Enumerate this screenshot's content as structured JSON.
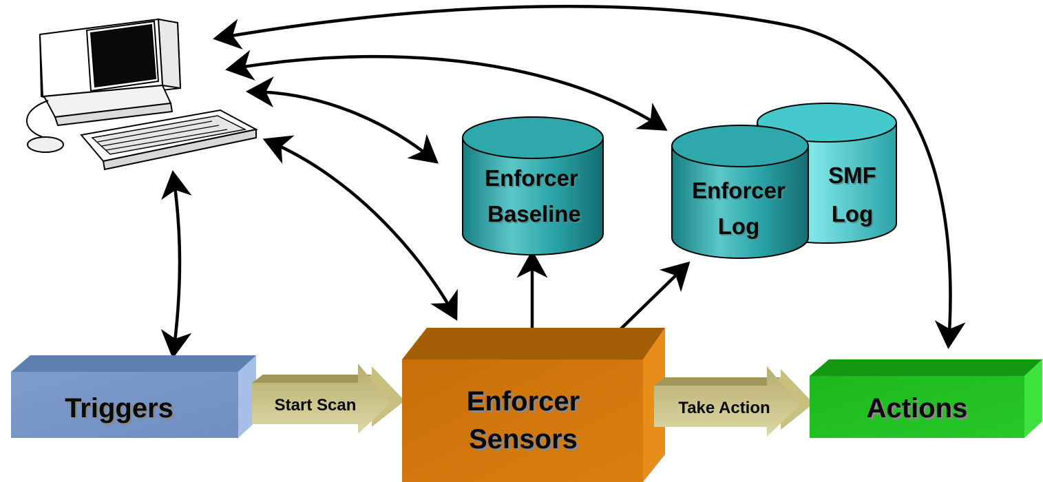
{
  "boxes": {
    "triggers": "Triggers",
    "sensors_line1": "Enforcer",
    "sensors_line2": "Sensors",
    "actions": "Actions"
  },
  "flow_arrows": {
    "start_scan": "Start Scan",
    "take_action": "Take Action"
  },
  "databases": {
    "baseline_line1": "Enforcer",
    "baseline_line2": "Baseline",
    "log_line1": "Enforcer",
    "log_line2": "Log",
    "smf_line1": "SMF",
    "smf_line2": "Log"
  },
  "icons": {
    "workstation": "computer-workstation-icon",
    "database": "database-cylinder-icon"
  },
  "colors": {
    "triggers_front": "#7e9ccb",
    "sensors_front": "#d07a12",
    "actions_front": "#22c022",
    "database_teal": "#2aa3a7",
    "flow_arrow": "#c8c08a"
  }
}
